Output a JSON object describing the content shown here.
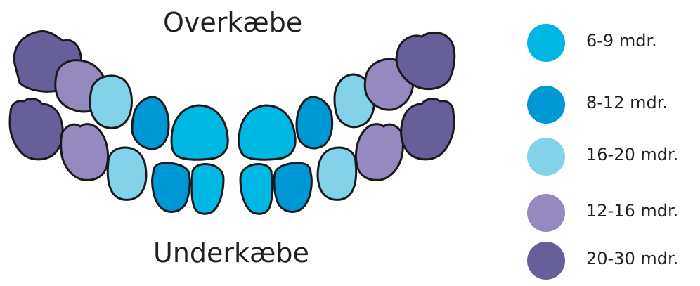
{
  "labels": {
    "upper_jaw": "Overkæbe",
    "lower_jaw": "Underkæbe"
  },
  "colors": {
    "outline": "#1a1a1a",
    "c6_9": "#00b7e3",
    "c8_12": "#0098d4",
    "c16_20": "#83d2ea",
    "c12_16": "#9589bf",
    "c20_30": "#665f9a"
  },
  "legend": [
    {
      "label": "6-9 mdr.",
      "color": "#00b7e3"
    },
    {
      "label": "8-12 mdr.",
      "color": "#0098d4"
    },
    {
      "label": "16-20 mdr.",
      "color": "#83d2ea"
    },
    {
      "label": "12-16 mdr.",
      "color": "#9589bf"
    },
    {
      "label": "20-30 mdr.",
      "color": "#665f9a"
    }
  ]
}
